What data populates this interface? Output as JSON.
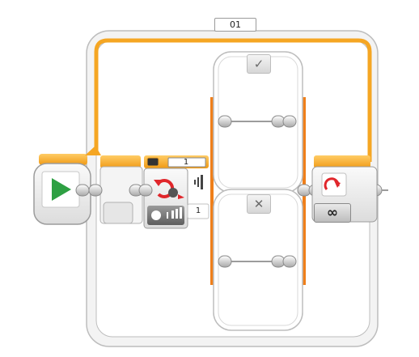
{
  "loop": {
    "name": "01",
    "count_label": "∞"
  },
  "switch": {
    "case_true_symbol": "✓",
    "case_false_symbol": "✕",
    "port_number": "1",
    "threshold_value": "1"
  },
  "blocks": {
    "start": {
      "icon": "play-triangle-icon"
    },
    "switch_mode": {
      "icon": "motor-rotation-icon"
    },
    "loop_end": {
      "icon": "loop-arrow-icon"
    }
  },
  "colors": {
    "wire_orange": "#f5a623",
    "block_border": "#9c9c9c",
    "switch_bracket": "#ef7f1a",
    "play_green": "#2ea043",
    "loop_red": "#e0262b"
  }
}
